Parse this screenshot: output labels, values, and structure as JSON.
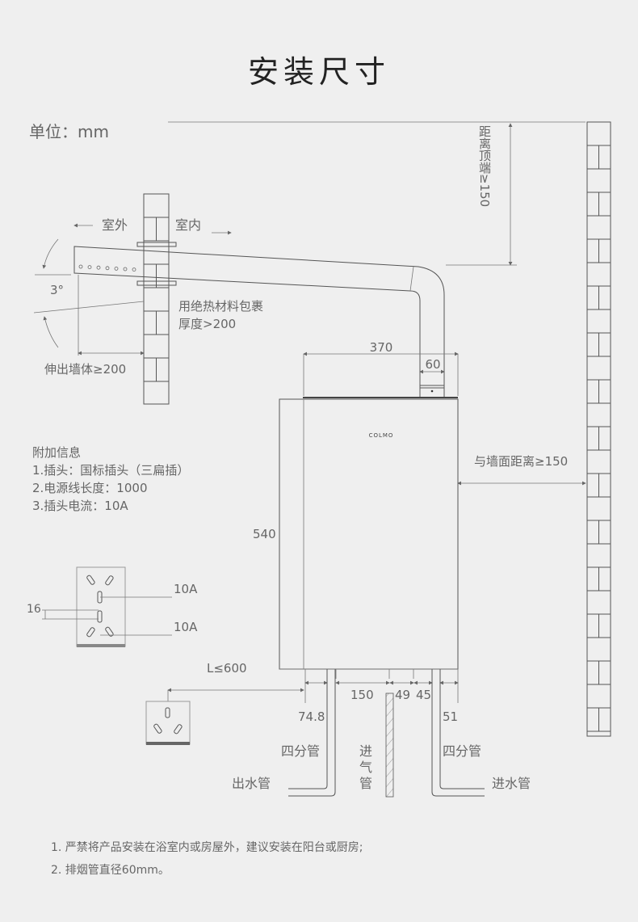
{
  "title": "安装尺寸",
  "unit": "单位：mm",
  "flue": {
    "outdoor": "室外",
    "indoor": "室内",
    "angle": "3°",
    "insulation_line1": "用绝热材料包裹",
    "insulation_line2": "厚度>200",
    "extend": "伸出墙体≥200"
  },
  "dimensions": {
    "top_clearance": "距离顶端≥150",
    "width": "370",
    "flue_diameter": "60",
    "wall_clearance": "与墙面距离≥150",
    "height": "540",
    "cord_length": "L≤600",
    "d1": "74.8",
    "d2": "150",
    "d3": "49",
    "d4": "45",
    "d5": "51",
    "pin_gap": "16",
    "current_top": "10A",
    "current_bottom": "10A"
  },
  "info": {
    "heading": "附加信息",
    "lines": [
      "1.插头：国标插头（三扁插）",
      "2.电源线长度：1000",
      "3.插头电流：10A"
    ]
  },
  "brand": "COLMO",
  "pipes": {
    "left_size": "四分管",
    "left_name": "出水管",
    "gas": [
      "进",
      "气",
      "管"
    ],
    "right_size": "四分管",
    "right_name": "进水管"
  },
  "notes": [
    "1. 严禁将产品安装在浴室内或房屋外，建议安装在阳台或厨房;",
    "2. 排烟管直径60mm。"
  ]
}
